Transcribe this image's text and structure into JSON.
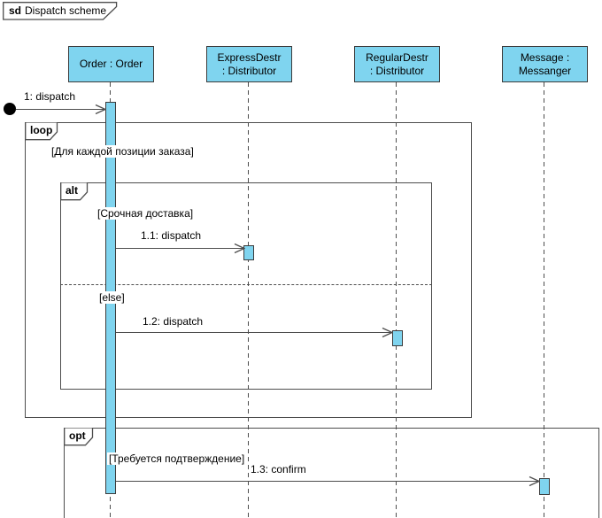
{
  "diagram": {
    "frame_keyword": "sd",
    "title": "Dispatch scheme"
  },
  "lifelines": [
    {
      "name": "Order : Order",
      "lines": [
        "Order : Order"
      ]
    },
    {
      "name": "ExpressDestr : Distributor",
      "lines": [
        "ExpressDestr",
        ": Distributor"
      ]
    },
    {
      "name": "RegularDestr : Distributor",
      "lines": [
        "RegularDestr",
        ": Distributor"
      ]
    },
    {
      "name": "Message : Messanger",
      "lines": [
        "Message :",
        "Messanger"
      ]
    }
  ],
  "fragments": {
    "loop": {
      "operator": "loop",
      "guard": "[Для каждой позиции заказа]"
    },
    "alt": {
      "operator": "alt",
      "guard_top": "[Срочная доставка]",
      "guard_bottom": "[else]"
    },
    "opt": {
      "operator": "opt",
      "guard": "[Требуется подтверждение]"
    }
  },
  "messages": [
    {
      "label": "1: dispatch",
      "from": "found",
      "to": "Order : Order"
    },
    {
      "label": "1.1: dispatch",
      "from": "Order : Order",
      "to": "ExpressDestr : Distributor"
    },
    {
      "label": "1.2: dispatch",
      "from": "Order : Order",
      "to": "RegularDestr : Distributor"
    },
    {
      "label": "1.3: confirm",
      "from": "Order : Order",
      "to": "Message : Messanger"
    }
  ],
  "colors": {
    "lifeline_fill": "#7FD4EF",
    "line": "#4d4d4d",
    "text": "#000000"
  }
}
